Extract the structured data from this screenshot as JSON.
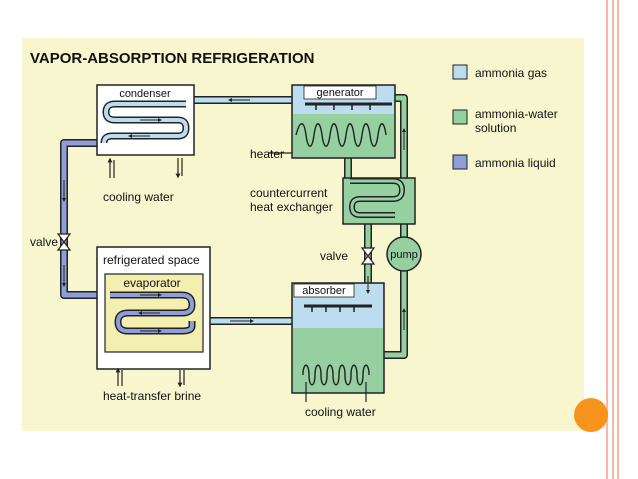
{
  "diagram": {
    "title": "VAPOR-ABSORPTION REFRIGERATION",
    "legend": [
      {
        "label_lines": [
          "ammonia gas"
        ],
        "color": "#bcdcf0"
      },
      {
        "label_lines": [
          "ammonia-water",
          "solution"
        ],
        "color": "#96cfa0"
      },
      {
        "label_lines": [
          "ammonia liquid"
        ],
        "color": "#8e9fd8"
      }
    ],
    "labels": {
      "condenser": "condenser",
      "generator": "generator",
      "heater": "heater",
      "cooling_water_top": "cooling water",
      "countercurrent_l1": "countercurrent",
      "countercurrent_l2": "heat exchanger",
      "valve_left": "valve",
      "valve_right": "valve",
      "pump": "pump",
      "refrigerated_space": "refrigerated space",
      "evaporator": "evaporator",
      "absorber": "absorber",
      "heat_transfer_brine": "heat-transfer brine",
      "cooling_water_bottom": "cooling water"
    }
  },
  "colors": {
    "panel": "#f8f6cf",
    "gas": "#bcdcf0",
    "solution": "#96cfa0",
    "liquid": "#8e9fd8",
    "evaporator_fill": "#f3efb0",
    "outline": "#222222",
    "accent_rule": "#f4b9a6",
    "accent_dot": "#f7941d"
  }
}
